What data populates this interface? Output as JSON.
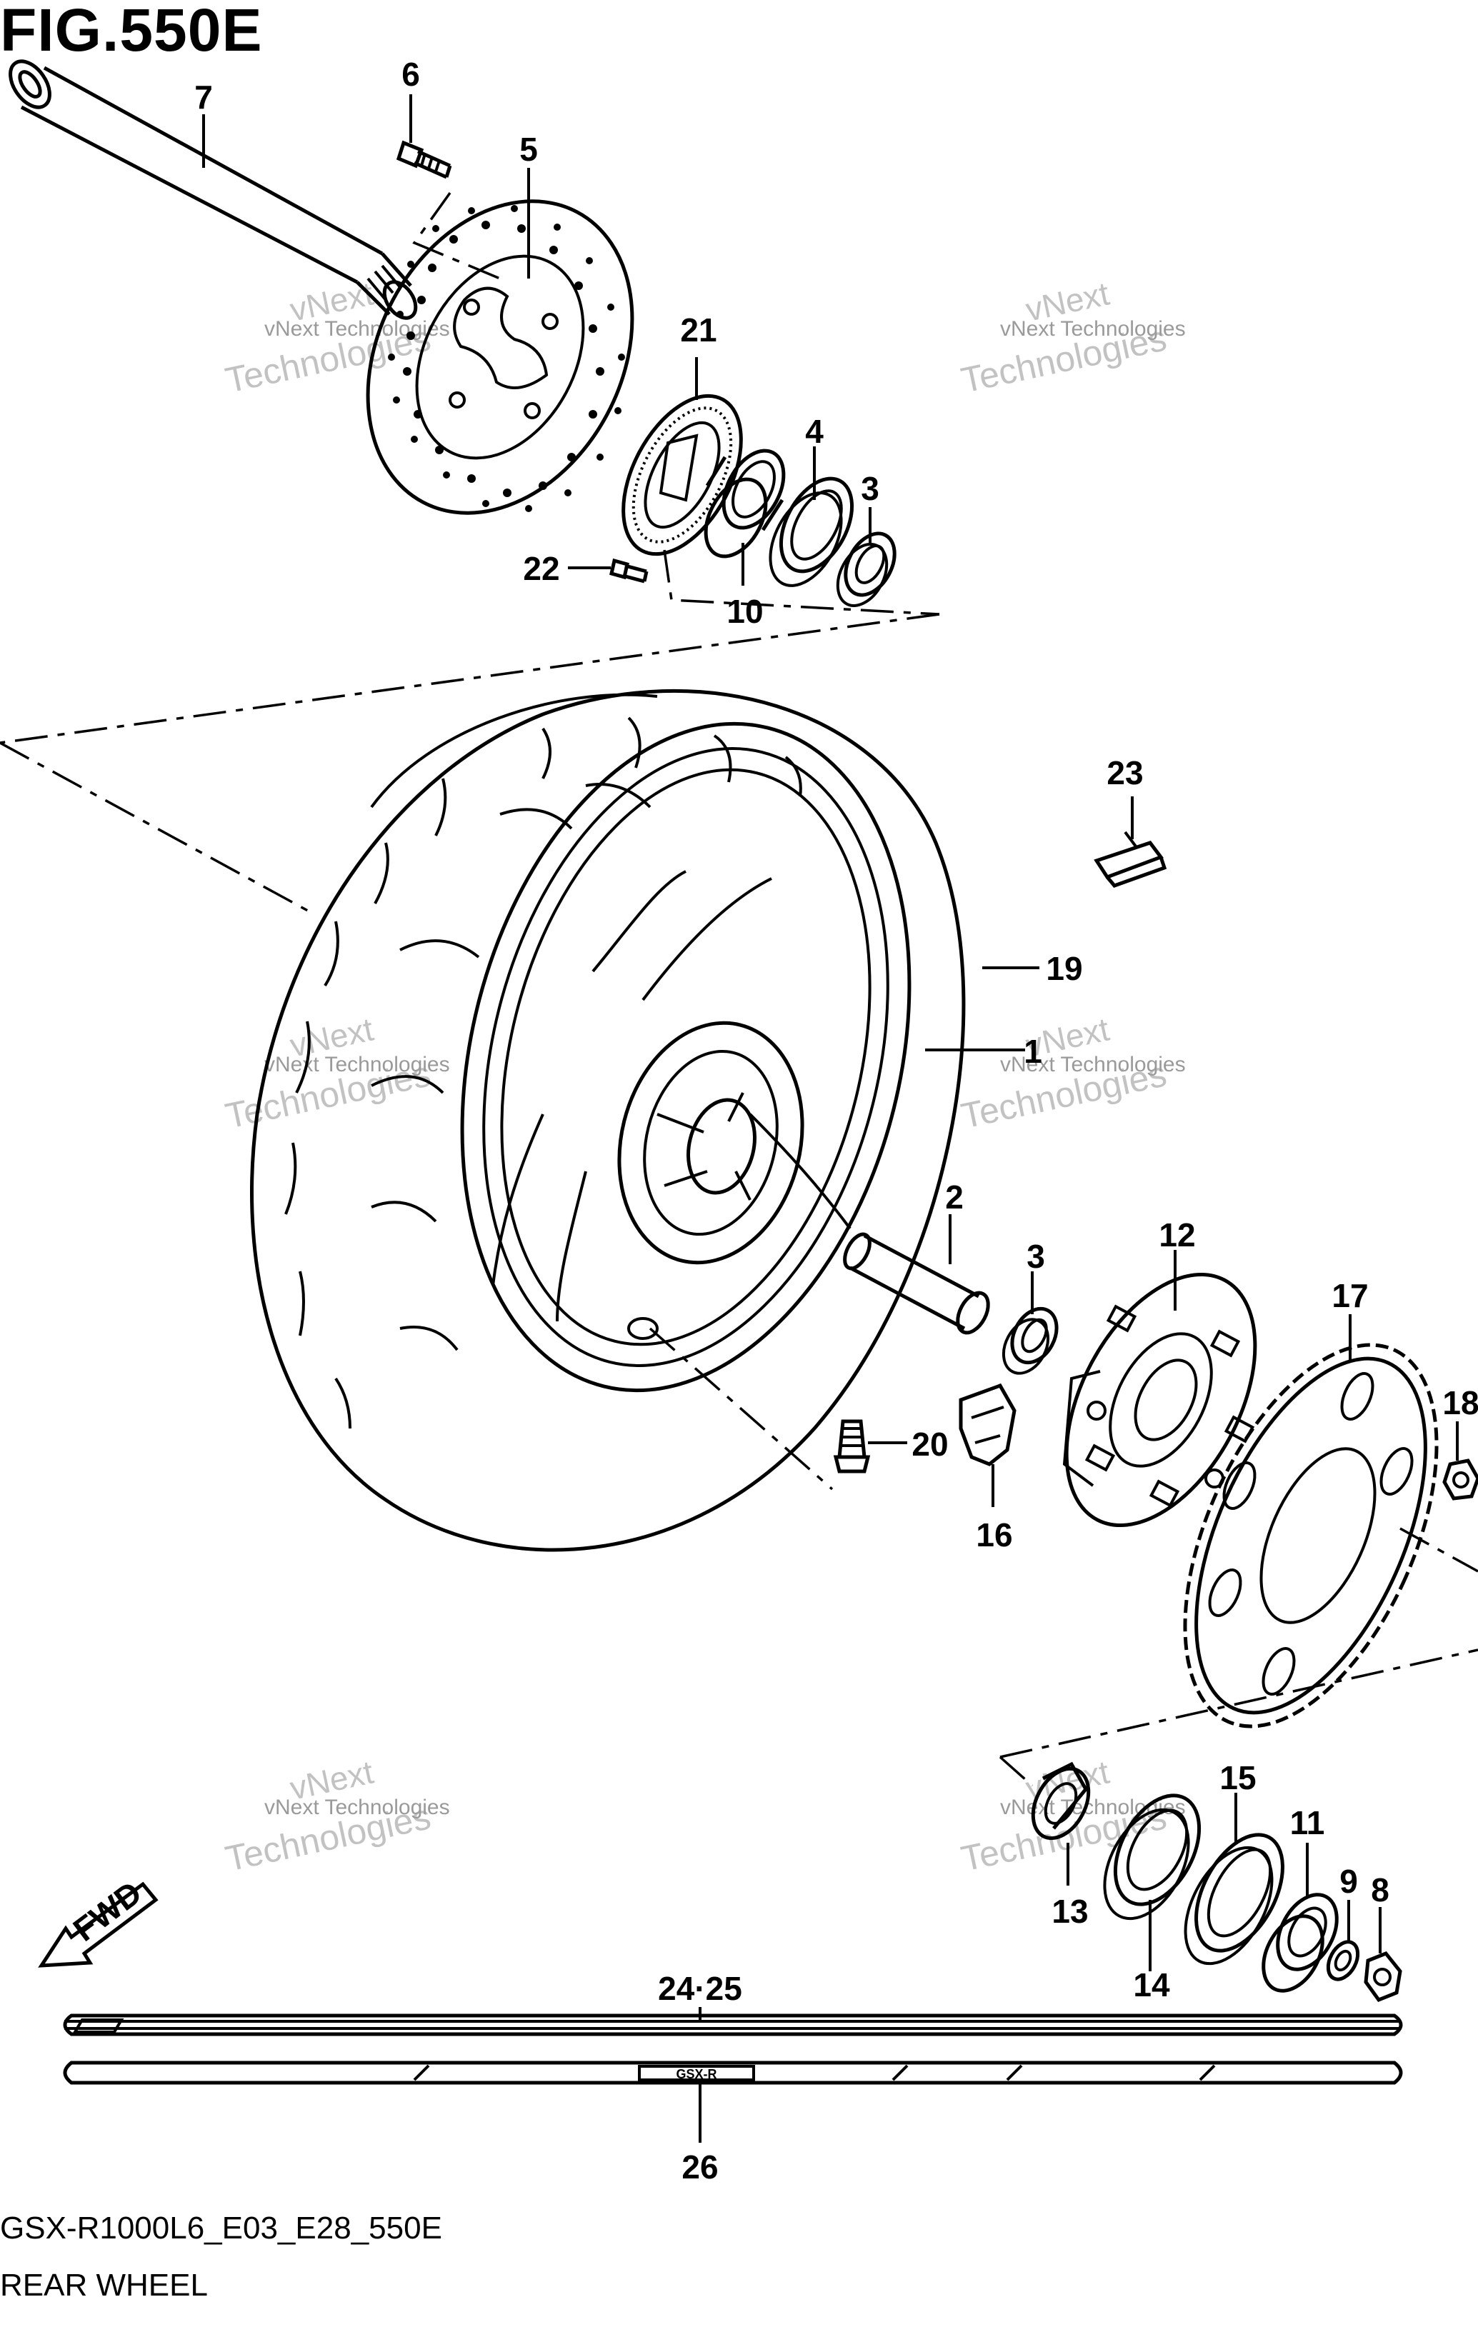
{
  "figure": {
    "title": "FIG.550E",
    "code": "GSX-R1000L6_E03_E28_550E",
    "name": "REAR WHEEL"
  },
  "direction_arrow": {
    "label": "FWD",
    "icon": "fwd-arrow-icon"
  },
  "watermark": {
    "line1": "vNext Technologies",
    "line2": "vNext",
    "line3": "Technologies"
  },
  "callouts": {
    "p1": "1",
    "p2": "2",
    "p3a": "3",
    "p3b": "3",
    "p4": "4",
    "p5": "5",
    "p6": "6",
    "p7": "7",
    "p8": "8",
    "p9": "9",
    "p10": "10",
    "p11": "11",
    "p12": "12",
    "p13": "13",
    "p14": "14",
    "p15": "15",
    "p16": "16",
    "p17": "17",
    "p18": "18",
    "p19": "19",
    "p20": "20",
    "p21": "21",
    "p22": "22",
    "p23": "23",
    "p24_25": "24·25",
    "p26": "26"
  },
  "stripe_emblem": "GSX-R"
}
